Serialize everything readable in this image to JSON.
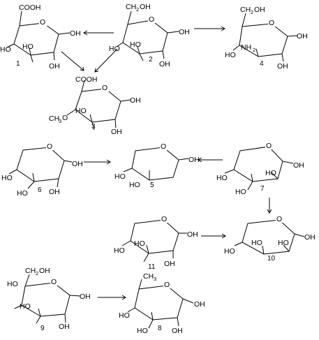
{
  "diagram": {
    "compounds": [
      {
        "id": "1",
        "label": "1",
        "groups": {
          "top": "COOH",
          "l1": "HO",
          "l2": "HO",
          "b": "OH",
          "anom": "OH"
        }
      },
      {
        "id": "2",
        "label": "2",
        "groups": {
          "top1": "CH",
          "top_sub": "2",
          "top2": "OH",
          "l1": "HO",
          "l2": "HO",
          "b": "OH",
          "anom": "OH"
        }
      },
      {
        "id": "3",
        "label": "3",
        "groups": {
          "top": "COOH",
          "l1": "CH",
          "l1_sub": "3",
          "l1b": "O",
          "l2": "HO",
          "b": "OH",
          "anom": "OH"
        }
      },
      {
        "id": "4",
        "label": "4",
        "groups": {
          "top1": "CH",
          "top_sub": "2",
          "top2": "OH",
          "l1": "HO",
          "nh": "NH",
          "nh_sub": "2",
          "b": "OH",
          "anom": "OH"
        }
      },
      {
        "id": "5",
        "label": "5",
        "groups": {
          "l1": "HO",
          "l2": "HO",
          "anom": "OH"
        }
      },
      {
        "id": "6",
        "label": "6",
        "groups": {
          "l1": "HO",
          "l2": "HO",
          "b": "OH",
          "anom": "OH"
        }
      },
      {
        "id": "7",
        "label": "7",
        "groups": {
          "l1": "HO",
          "l2": "HO",
          "ho2": "HO",
          "anom": "OH"
        }
      },
      {
        "id": "8",
        "label": "8",
        "groups": {
          "top1": "CH",
          "top_sub": "3",
          "l1": "HO",
          "l2": "HO",
          "b": "OH",
          "anom": "OH"
        }
      },
      {
        "id": "9",
        "label": "9",
        "groups": {
          "top1": "CH",
          "top_sub": "2",
          "top2": "OH",
          "l1": "HO",
          "l2": "HO",
          "b": "OH",
          "anom": "OH"
        }
      },
      {
        "id": "10",
        "label": "10",
        "groups": {
          "l1": "HO",
          "l2": "HO",
          "ho2": "HO",
          "anom": "OH"
        }
      },
      {
        "id": "11",
        "label": "11",
        "groups": {
          "l1": "HO",
          "l2": "HO",
          "b": "OH",
          "anom": "OH"
        }
      }
    ],
    "ring_oxygen": "O",
    "reactions": [
      {
        "from": "2",
        "to": "1"
      },
      {
        "from": "2",
        "to": "4"
      },
      {
        "from": "2",
        "to": "3"
      },
      {
        "from": "1",
        "to": "3"
      },
      {
        "from": "6",
        "to": "5"
      },
      {
        "from": "7",
        "to": "5"
      },
      {
        "from": "7",
        "to": "10"
      },
      {
        "from": "11",
        "to": "10"
      },
      {
        "from": "9",
        "to": "8"
      }
    ]
  }
}
